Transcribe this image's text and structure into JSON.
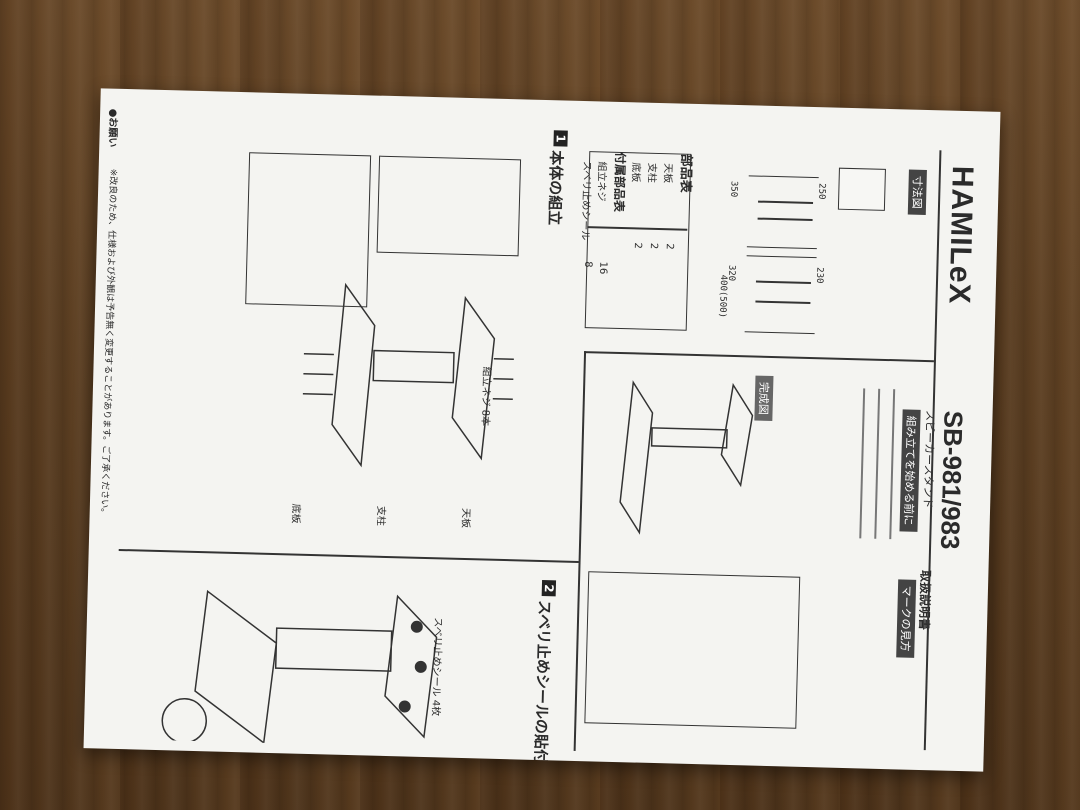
{
  "brand": "HAMILeX",
  "model": "SB-981/983",
  "product_type": "スピーカースタンド",
  "doc_title": "取扱説明書",
  "sec_dimensions": "寸法図",
  "dimension_labels": [
    "250",
    "230",
    "350",
    "320",
    "400(500)"
  ],
  "parts_title": "部品表",
  "accessory_title": "付属部品表",
  "parts_rows": [
    [
      "天板",
      "2"
    ],
    [
      "支柱",
      "2"
    ],
    [
      "底板",
      "2"
    ]
  ],
  "accessory_rows": [
    [
      "組立ネジ",
      "16"
    ],
    [
      "スベリ止めシール",
      "8"
    ]
  ],
  "sec_before": "組み立てを始める前に",
  "sec_marks": "マークの見方",
  "sec_complete": "完成図",
  "step1_num": "1",
  "step1_title": "本体の組立",
  "step2_num": "2",
  "step2_title": "スベリ止めシールの貼付",
  "assembly_screw_label": "組立ネジ 8本",
  "part_top": "天板",
  "part_pillar": "支柱",
  "part_base": "底板",
  "seal_label": "スベリ止めシール 4枚",
  "notice_label": "●お願い",
  "footer_note": "※改良のため、仕様および外観は予告無く変更することがあります。ご了承ください。"
}
